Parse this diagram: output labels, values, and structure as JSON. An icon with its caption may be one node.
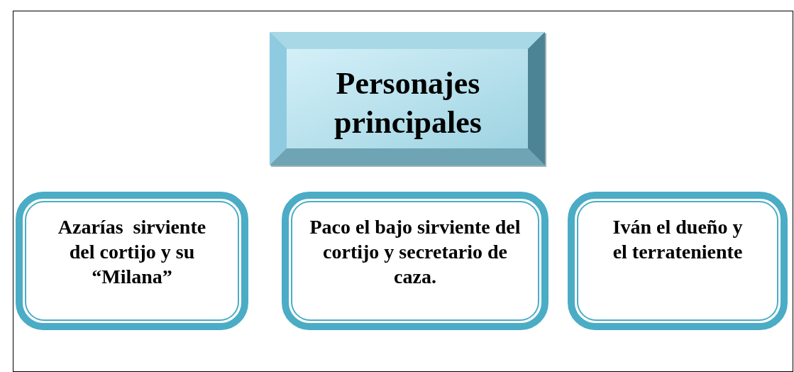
{
  "diagram": {
    "nodes": [
      {
        "text": [
          "Personajes principales"
        ]
      },
      {
        "text": [
          "Azarías  sirviente del cortijo y su “Milana”"
        ]
      },
      {
        "text": [
          "Paco el bajo sirviente del cortijo y secretario de caza."
        ]
      },
      {
        "text": [
          "Iván el dueño y el terrateniente"
        ]
      }
    ]
  }
}
